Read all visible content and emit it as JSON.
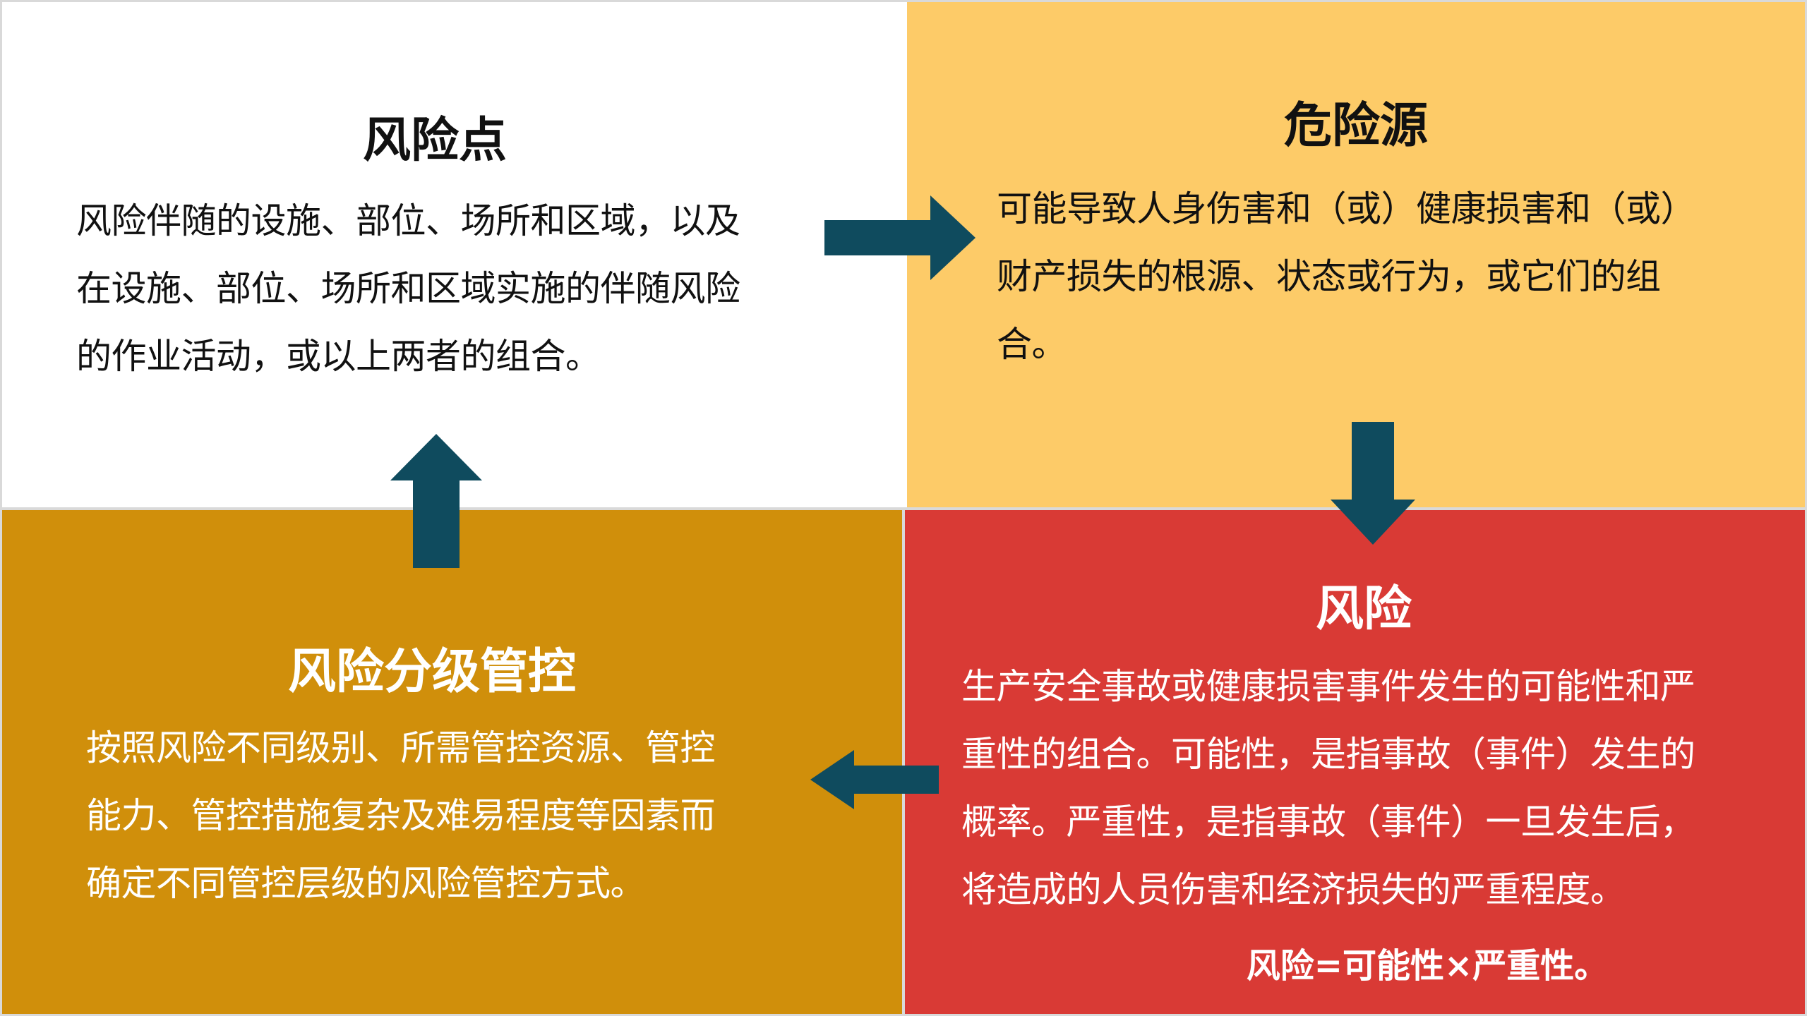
{
  "colors": {
    "arrow": "#0f4b5e",
    "top_left_bg": "#ffffff",
    "top_right_bg": "#fdcb68",
    "bottom_left_bg": "#d08f0b",
    "bottom_right_bg": "#d93a35"
  },
  "risk_point": {
    "title": "风险点",
    "lines": [
      "风险伴随的设施、部位、场所和区域，以及",
      "在设施、部位、场所和区域实施的伴随风险",
      "的作业活动，或以上两者的组合。"
    ]
  },
  "hazard_source": {
    "title": "危险源",
    "lines": [
      "可能导致人身伤害和（或）健康损害和（或）",
      "财产损失的根源、状态或行为，或它们的组",
      "合。"
    ]
  },
  "risk": {
    "title": "风险",
    "lines": [
      "生产安全事故或健康损害事件发生的可能性和严",
      "重性的组合。可能性，是指事故（事件）发生的",
      "概率。严重性，是指事故（事件）一旦发生后，",
      "将造成的人员伤害和经济损失的严重程度。"
    ],
    "formula": "风险=可能性×严重性。"
  },
  "risk_grading_control": {
    "title": "风险分级管控",
    "lines": [
      "按照风险不同级别、所需管控资源、管控",
      "能力、管控措施复杂及难易程度等因素而",
      "确定不同管控层级的风险管控方式。"
    ]
  },
  "arrows": [
    "arrow-right-icon",
    "arrow-down-icon",
    "arrow-left-icon",
    "arrow-up-icon"
  ]
}
